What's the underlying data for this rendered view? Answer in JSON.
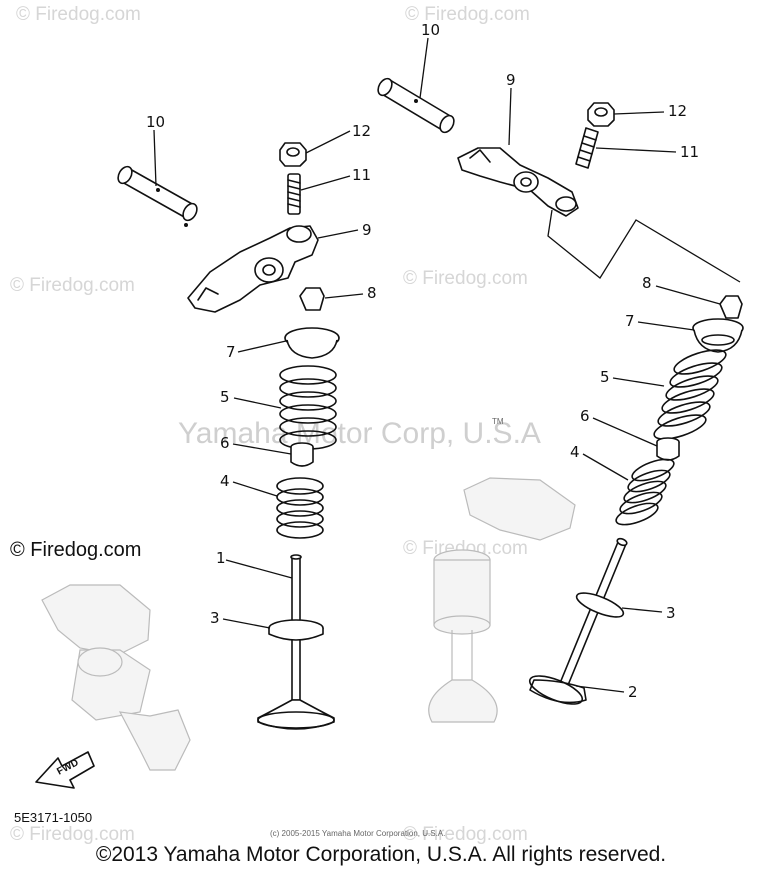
{
  "watermarks": {
    "small": "© Firedog.com",
    "center": "Yamaha Motor Corp, U.S.A",
    "tm": "TM"
  },
  "logo_text": "© Firedog.com",
  "part_code": "5E3171-1050",
  "small_copyright": "(c) 2005-2015 Yamaha Motor Corporation, U.S.A.",
  "footer": "©2013 Yamaha Motor Corporation, U.S.A. All rights reserved.",
  "fwd_label": "FWD",
  "callouts": {
    "left_10": "10",
    "left_12": "12",
    "left_11": "11",
    "left_9": "9",
    "left_8": "8",
    "left_7": "7",
    "left_5": "5",
    "left_6": "6",
    "left_4": "4",
    "left_1": "1",
    "left_3": "3",
    "right_10": "10",
    "right_9": "9",
    "right_12": "12",
    "right_11": "11",
    "right_8": "8",
    "right_7": "7",
    "right_5": "5",
    "right_6": "6",
    "right_4": "4",
    "right_3": "3",
    "right_2": "2"
  }
}
